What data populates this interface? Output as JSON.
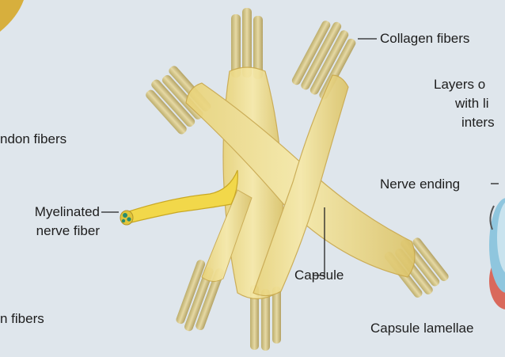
{
  "labels": {
    "collagen_fibers": "Collagen fibers",
    "layers_line1": "Layers o",
    "layers_line2": "with li",
    "layers_line3": "inters",
    "tendon_fibers": "ndon fibers",
    "nerve_ending": "Nerve ending",
    "myelinated_line1": "Myelinated",
    "myelinated_line2": "nerve fiber",
    "capsule": "Capsule",
    "bottom_fibers": "n fibers",
    "capsule_lamellae": "Capsule lamellae"
  },
  "colors": {
    "background": "#dfe6ec",
    "capsule_fill": "#efdc86",
    "fiber_fill": "#d8c98e",
    "nerve_fill": "#f2d84a",
    "nerve_end": "#2a8c6e",
    "lamella_red": "#d9695c",
    "lamella_blue": "#8fc6de",
    "leader_line": "#222222"
  }
}
